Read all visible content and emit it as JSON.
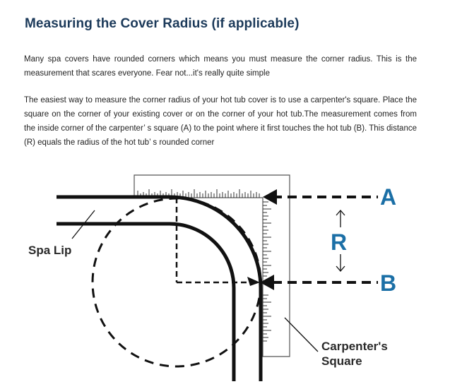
{
  "heading": "Measuring the Cover Radius (if applicable)",
  "paragraphs": [
    "Many spa covers have rounded corners which means you must measure the corner radius. This is the measurement that scares everyone. Fear not...it's really quite simple",
    "The easiest way to measure the corner radius of your hot tub cover is to use a carpenter's square. Place the square on the corner of your existing cover or on the corner of your hot tub.The measurement comes from the inside corner of the carpenter’ s square (A) to the point where it first touches the hot tub (B). This distance (R) equals the radius of the hot tub’ s rounded corner"
  ],
  "diagram": {
    "label_a": "A",
    "label_b": "B",
    "label_r": "R",
    "label_spa_lip": "Spa Lip",
    "label_square_line1": "Carpenter's",
    "label_square_line2": "Square",
    "colors": {
      "accent": "#1b6fa6",
      "line": "#111111",
      "text_dark": "#2a2a2a"
    }
  }
}
